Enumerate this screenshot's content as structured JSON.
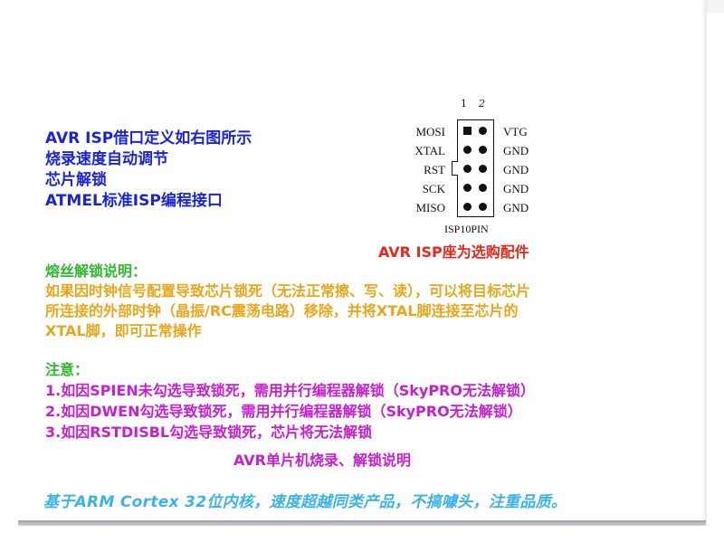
{
  "intro": {
    "lines": [
      "AVR ISP借口定义如右图所示",
      "烧录速度自动调节",
      "芯片解锁",
      "ATMEL标准ISP编程接口"
    ],
    "color": "#1a24d6"
  },
  "isp_diagram": {
    "top_marks": [
      "1",
      "2"
    ],
    "left_pins": [
      "MOSI",
      "XTAL",
      "RST",
      "SCK",
      "MISO"
    ],
    "right_pins": [
      "VTG",
      "GND",
      "GND",
      "GND",
      "GND"
    ],
    "caption": "ISP10PIN"
  },
  "socket_note": "AVR ISP座为选购配件",
  "fuse": {
    "title": "熔丝解锁说明：",
    "lines": [
      "如果因时钟信号配置导致芯片锁死（无法正常擦、写、读），可以将目标芯片",
      "所连接的外部时钟（晶振/RC震荡电路）移除，并将XTAL脚连接至芯片的",
      "XTAL脚，即可正常操作"
    ],
    "color": "#e8a61a"
  },
  "notes": {
    "title": "注意：",
    "items": [
      "1.如因SPIEN未勾选导致锁死，需用并行编程器解锁（SkyPRO无法解锁）",
      "2.如因DWEN勾选导致锁死，需用并行编程器解锁（SkyPRO无法解锁）",
      "3.如因RSTDISBL勾选导致锁死，芯片将无法解锁"
    ],
    "color": "#c61ed1"
  },
  "subtitle": "AVR单片机烧录、解锁说明",
  "slogan": "基于ARM Cortex 32位内核，速度超越同类产品，不搞噱头，注重品质。",
  "colors": {
    "title_green": "#2db82d",
    "socket_red": "#e8281a",
    "slogan_blue": "#3ab2ea"
  }
}
